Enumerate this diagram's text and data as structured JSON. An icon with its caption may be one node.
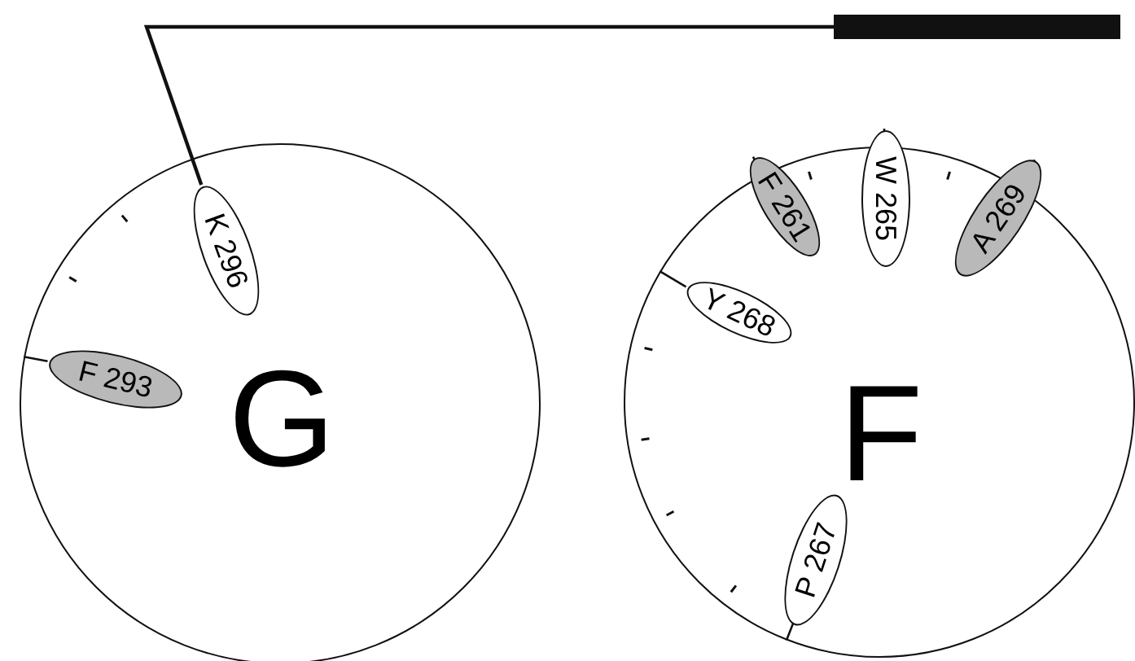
{
  "diagram": {
    "nodes": [
      {
        "text": [
          "G"
        ]
      },
      {
        "text": [
          "F 293"
        ],
        "in": 0
      },
      {
        "text": [
          "K 296"
        ],
        "in": 0
      },
      {
        "text": [
          "F"
        ]
      },
      {
        "text": [
          "W 265"
        ],
        "in": 3
      },
      {
        "text": [
          "F 261"
        ],
        "in": 3
      },
      {
        "text": [
          "A 269"
        ],
        "in": 3
      },
      {
        "text": [
          "Y 268"
        ],
        "in": 3
      },
      {
        "text": [
          "P 267"
        ],
        "in": 3
      },
      {
        "text": [],
        "shape": "bar"
      }
    ],
    "edges": [
      {
        "from": 9,
        "to": 2,
        "arrow": "none"
      }
    ]
  }
}
